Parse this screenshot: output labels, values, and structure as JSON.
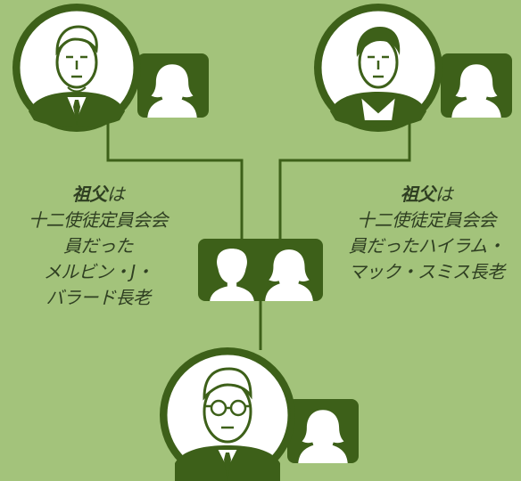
{
  "left_caption": {
    "heading_bold": "祖父",
    "heading_rest": "は",
    "lines": [
      "十二使徒定員会会",
      "員だった",
      "メルビン・J・",
      "バラード長老"
    ]
  },
  "right_caption": {
    "heading_bold": "祖父",
    "heading_rest": "は",
    "lines": [
      "十二使徒定員会会",
      "員だったハイラム・",
      "マック・スミス長老"
    ]
  },
  "colors": {
    "background": "#a3c37b",
    "box": "#3d6019",
    "line": "#3d6019",
    "avatar": "#ffffff",
    "portrait_bg": "#ffffff",
    "text": "#2f3f22"
  },
  "nodes": [
    {
      "id": "grandfather-left",
      "portrait_icon": "man-portrait-icon",
      "spouse_icon": "woman-silhouette-icon"
    },
    {
      "id": "grandfather-right",
      "portrait_icon": "man-portrait-icon",
      "spouse_icon": "woman-silhouette-icon"
    },
    {
      "id": "parents",
      "icons": [
        "man-silhouette-icon",
        "woman-silhouette-icon"
      ]
    },
    {
      "id": "self",
      "portrait_icon": "man-with-glasses-portrait-icon",
      "spouse_icon": "woman-silhouette-icon"
    }
  ]
}
